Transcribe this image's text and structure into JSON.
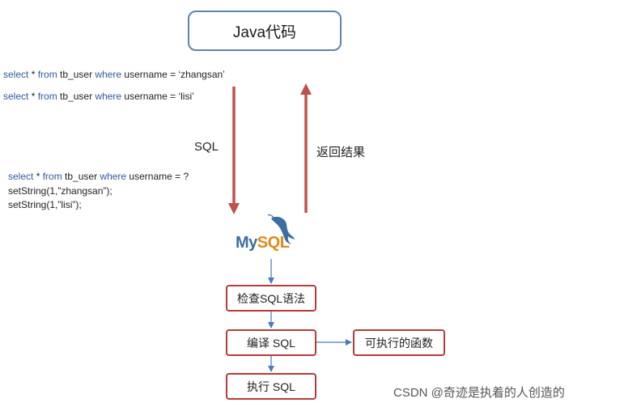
{
  "java_box": {
    "label": "Java代码"
  },
  "top_queries": [
    {
      "kw1": "select",
      "star": " * ",
      "kw2": "from",
      "table": " tb_user ",
      "kw3": "where",
      "cond": " username = ‘zhangsan’"
    },
    {
      "kw1": "select",
      "star": " * ",
      "kw2": "from",
      "table": " tb_user ",
      "kw3": "where",
      "cond": " username = ‘lisi’"
    }
  ],
  "prepared_query": {
    "line1": {
      "kw1": "select",
      "star": " * ",
      "kw2": "from",
      "table": " tb_user ",
      "kw3": "where",
      "cond": " username = ?"
    },
    "line2": "setString(1,”zhangsan”);",
    "line3": "setString(1,”lisi”);"
  },
  "arrows": {
    "down_label": "SQL",
    "up_label": "返回结果"
  },
  "mysql_logo": {
    "my": "My",
    "sql": "SQL"
  },
  "steps": {
    "check": "检查SQL语法",
    "compile": "编译 SQL",
    "execute": "执行 SQL",
    "function": "可执行的函数"
  },
  "watermark": "CSDN @奇迹是执着的人创造的",
  "colors": {
    "java_border": "#5f82b3",
    "step_border": "#b83a3a",
    "big_arrow": "#c0504d",
    "small_arrow": "#4a7ab8",
    "keyword": "#2f5b9e"
  }
}
